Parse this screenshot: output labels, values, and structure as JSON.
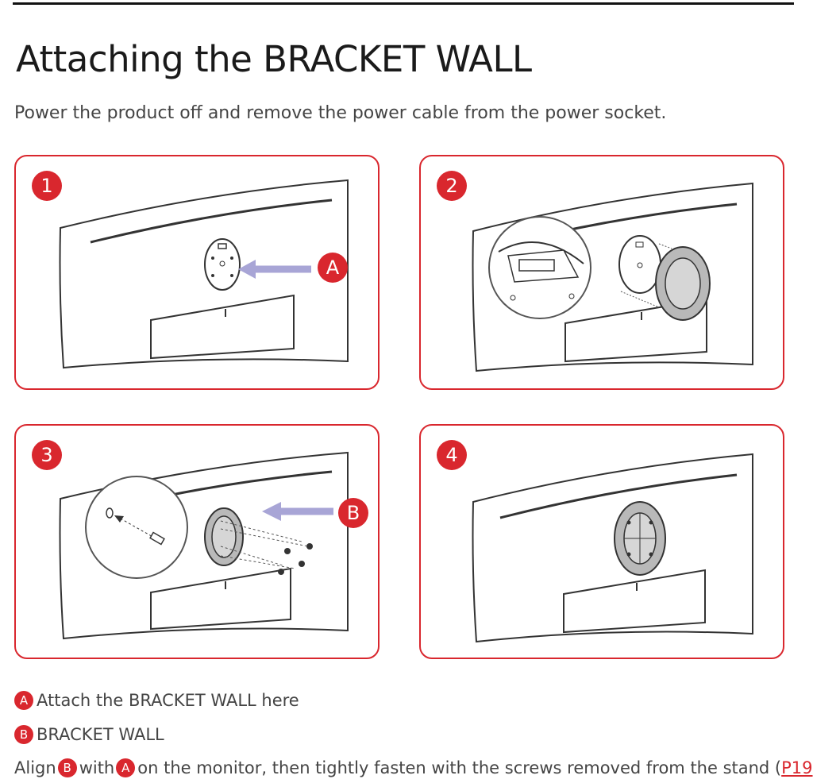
{
  "title": "Attaching the BRACKET WALL",
  "intro": "Power the product off and remove the power cable from the power socket.",
  "steps": [
    {
      "number": "1",
      "callout": "A"
    },
    {
      "number": "2"
    },
    {
      "number": "3",
      "callout": "B"
    },
    {
      "number": "4"
    }
  ],
  "legend": {
    "a": {
      "badge": "A",
      "text": "Attach the BRACKET WALL here"
    },
    "b": {
      "badge": "B",
      "text": "BRACKET WALL"
    }
  },
  "instruction": {
    "part1": "Align",
    "badge_b": "B",
    "part2": "with",
    "badge_a": "A",
    "part3": "on the monitor, then tightly fasten with the screws removed from the stand (",
    "link": "P19",
    "part4": ")."
  },
  "colors": {
    "accent": "#d9272e",
    "arrow": "#a8a5d6",
    "bracket": "#b9b9b9"
  }
}
